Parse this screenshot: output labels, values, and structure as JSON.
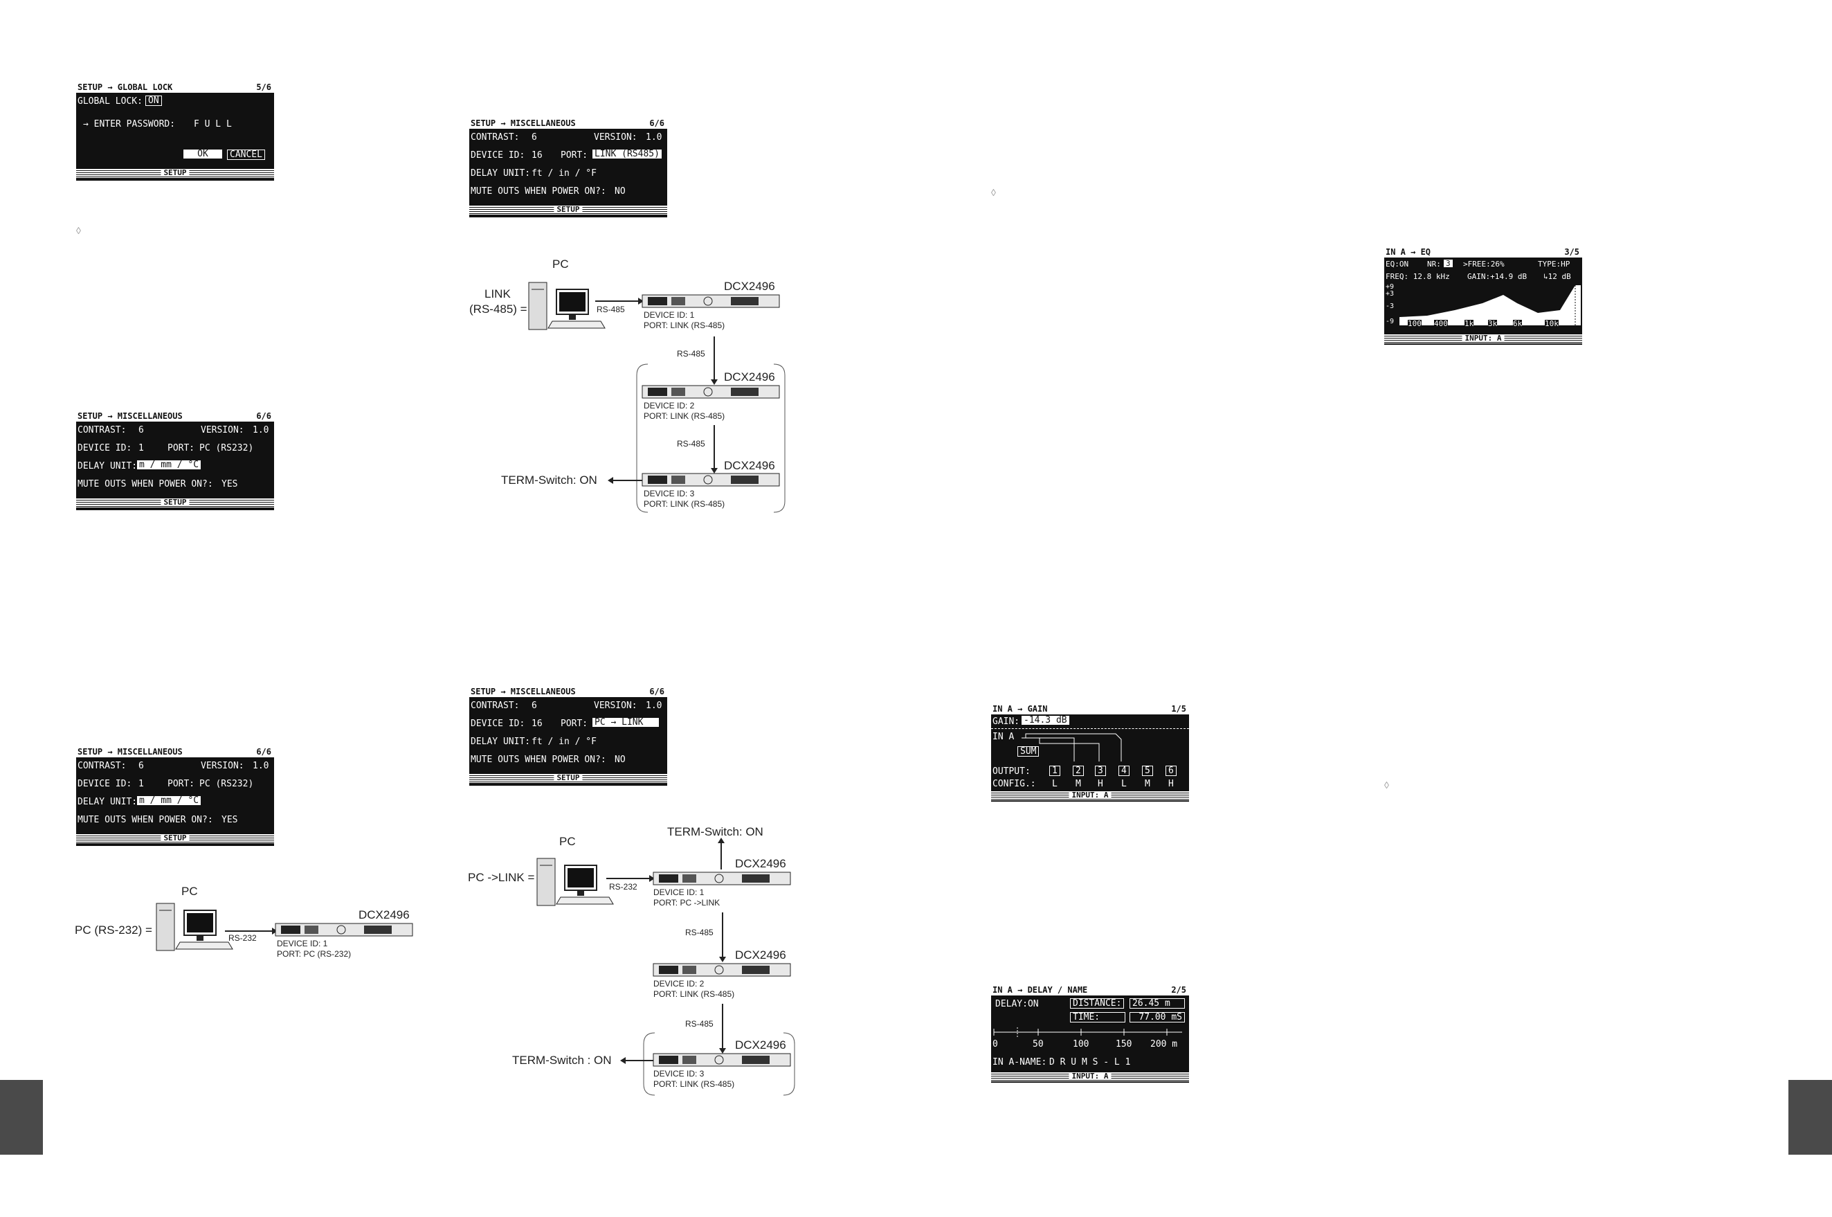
{
  "global_lock": {
    "header_title": "SETUP → GLOBAL LOCK",
    "page": "5/6",
    "lock_label": "GLOBAL LOCK:",
    "lock_value": "ON",
    "password_label": "→ ENTER PASSWORD:",
    "password_value": "F U L L",
    "ok": "OK",
    "cancel": "CANCEL",
    "footer": "SETUP"
  },
  "misc_pc": {
    "header_title": "SETUP → MISCELLANEOUS",
    "page": "6/6",
    "contrast_label": "CONTRAST:",
    "contrast_value": "6",
    "version_label": "VERSION:",
    "version_value": "1.0",
    "device_id_label": "DEVICE ID:",
    "device_id_value": "1",
    "port_label": "PORT:",
    "port_value": "PC (RS232)",
    "delay_unit_label": "DELAY UNIT:",
    "delay_unit_value": "m / mm / °C",
    "mute_label": "MUTE OUTS WHEN POWER ON?:",
    "mute_value": "YES",
    "footer": "SETUP"
  },
  "misc_link": {
    "header_title": "SETUP → MISCELLANEOUS",
    "page": "6/6",
    "contrast_label": "CONTRAST:",
    "contrast_value": "6",
    "version_label": "VERSION:",
    "version_value": "1.0",
    "device_id_label": "DEVICE ID:",
    "device_id_value": "16",
    "port_label": "PORT:",
    "port_value": "LINK (RS485)",
    "delay_unit_label": "DELAY UNIT:",
    "delay_unit_value": "ft / in / °F",
    "mute_label": "MUTE OUTS WHEN POWER ON?:",
    "mute_value": "NO",
    "footer": "SETUP"
  },
  "misc_pclink": {
    "header_title": "SETUP → MISCELLANEOUS",
    "page": "6/6",
    "contrast_label": "CONTRAST:",
    "contrast_value": "6",
    "version_label": "VERSION:",
    "version_value": "1.0",
    "device_id_label": "DEVICE ID:",
    "device_id_value": "16",
    "port_label": "PORT:",
    "port_value": "PC → LINK",
    "delay_unit_label": "DELAY UNIT:",
    "delay_unit_value": "ft / in / °F",
    "mute_label": "MUTE OUTS WHEN POWER ON?:",
    "mute_value": "NO",
    "footer": "SETUP"
  },
  "diagram_single": {
    "pc_label": "PC",
    "pc_port": "PC (RS-232) =",
    "cable": "RS-232",
    "device_name": "DCX2496",
    "device_id": "DEVICE ID: 1",
    "device_port": "PORT: PC (RS-232)"
  },
  "diagram_link": {
    "pc_label": "PC",
    "pc_port_line1": "LINK",
    "pc_port_line2": "(RS-485) =",
    "cable1": "RS-485",
    "cable2": "RS-485",
    "cable3": "RS-485",
    "devices": [
      {
        "name": "DCX2496",
        "id": "DEVICE ID: 1",
        "port": "PORT: LINK (RS-485)"
      },
      {
        "name": "DCX2496",
        "id": "DEVICE ID: 2",
        "port": "PORT: LINK (RS-485)"
      },
      {
        "name": "DCX2496",
        "id": "DEVICE ID: 3",
        "port": "PORT: LINK (RS-485)"
      }
    ],
    "term_switch": "TERM-Switch: ON"
  },
  "diagram_pclink": {
    "pc_label": "PC",
    "pc_port": "PC ->LINK =",
    "cable1": "RS-232",
    "cable2": "RS-485",
    "cable3": "RS-485",
    "term_top": "TERM-Switch: ON",
    "term_bottom": "TERM-Switch : ON",
    "devices": [
      {
        "name": "DCX2496",
        "id": "DEVICE ID: 1",
        "port": "PORT: PC ->LINK"
      },
      {
        "name": "DCX2496",
        "id": "DEVICE ID: 2",
        "port": "PORT: LINK (RS-485)"
      },
      {
        "name": "DCX2496",
        "id": "DEVICE ID: 3",
        "port": "PORT: LINK (RS-485)"
      }
    ]
  },
  "eq_screen": {
    "header_title": "IN A → EQ",
    "page": "3/5",
    "eq_label": "EQ:ON",
    "nr_label": "NR:",
    "nr_value": "3",
    "free_label": ">FREE:26%",
    "type_label": "TYPE:HP",
    "freq_label": "FREQ: 12.8 kHz",
    "gain_label": "GAIN:+14.9 dB",
    "slope_label": "↳12 dB",
    "db_ticks": [
      "+9",
      "+3",
      "-3",
      "-9"
    ],
    "freq_ticks": [
      "100",
      "400",
      "1k",
      "3k",
      "6k",
      "10k"
    ],
    "footer": "INPUT: A"
  },
  "gain_screen": {
    "header_title": "IN A → GAIN",
    "page": "1/5",
    "gain_label": "GAIN:",
    "gain_value": "-14.3 dB",
    "in_label": "IN A",
    "sum_label": "SUM",
    "output_label": "OUTPUT:",
    "config_label": "CONFIG.:",
    "outputs": [
      "1",
      "2",
      "3",
      "4",
      "5",
      "6"
    ],
    "configs": [
      "L",
      "M",
      "H",
      "L",
      "M",
      "H"
    ],
    "footer": "INPUT: A"
  },
  "delay_screen": {
    "header_title": "IN A → DELAY / NAME",
    "page": "2/5",
    "delay_label": "DELAY:ON",
    "distance_label": "DISTANCE:",
    "distance_value": "26.45 m",
    "time_label": "TIME:",
    "time_value": "77.00 mS",
    "scale": [
      "0",
      "50",
      "100",
      "150",
      "200 m"
    ],
    "name_label": "IN A-NAME:",
    "name_value": "D R U M S - L 1",
    "footer": "INPUT: A"
  },
  "colors": {
    "lcd_bg": "#111111",
    "lcd_fg": "#ffffff",
    "tab": "#4a4a4a"
  }
}
